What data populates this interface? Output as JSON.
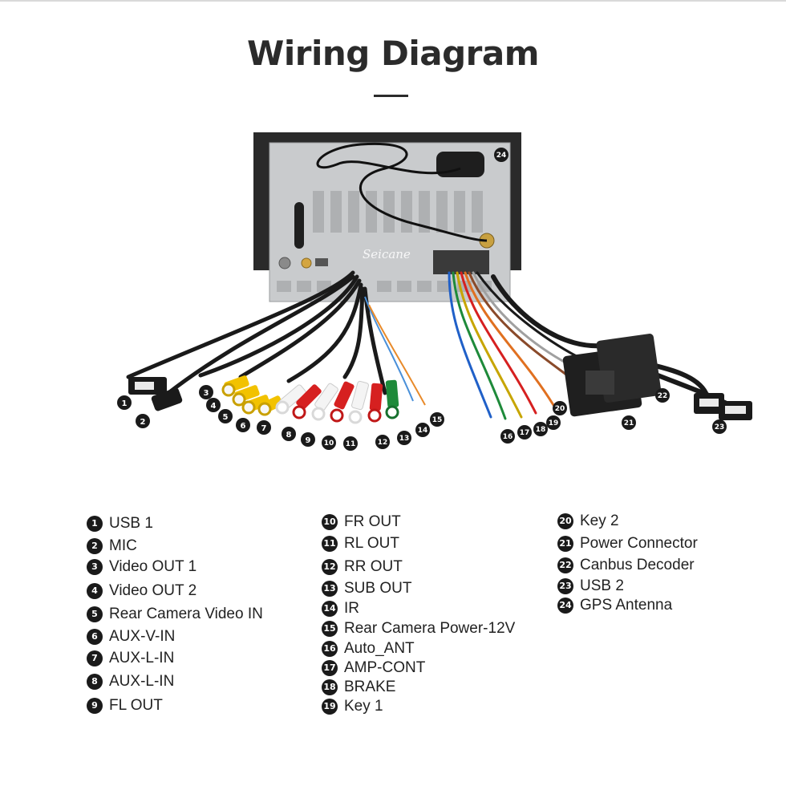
{
  "title": "Wiring Diagram",
  "brand_watermark": "Seicane",
  "legend": {
    "col1": [
      {
        "num": "1",
        "label": "USB 1"
      },
      {
        "num": "2",
        "label": "MIC"
      },
      {
        "num": "3",
        "label": "Video OUT 1"
      },
      {
        "num": "4",
        "label": "Video OUT 2"
      },
      {
        "num": "5",
        "label": "Rear Camera Video IN"
      },
      {
        "num": "6",
        "label": "AUX-V-IN"
      },
      {
        "num": "7",
        "label": "AUX-L-IN"
      },
      {
        "num": "8",
        "label": "AUX-L-IN"
      },
      {
        "num": "9",
        "label": "FL OUT"
      }
    ],
    "col2": [
      {
        "num": "10",
        "label": "FR OUT"
      },
      {
        "num": "11",
        "label": "RL OUT"
      },
      {
        "num": "12",
        "label": "RR OUT"
      },
      {
        "num": "13",
        "label": "SUB OUT"
      },
      {
        "num": "14",
        "label": "IR"
      },
      {
        "num": "15",
        "label": "Rear Camera Power-12V"
      },
      {
        "num": "16",
        "label": "Auto_ANT"
      },
      {
        "num": "17",
        "label": "AMP-CONT"
      },
      {
        "num": "18",
        "label": "BRAKE"
      },
      {
        "num": "19",
        "label": "Key 1"
      }
    ],
    "col3": [
      {
        "num": "20",
        "label": "Key 2"
      },
      {
        "num": "21",
        "label": "Power Connector"
      },
      {
        "num": "22",
        "label": "Canbus Decoder"
      },
      {
        "num": "23",
        "label": "USB  2"
      },
      {
        "num": "24",
        "label": "GPS  Antenna"
      }
    ]
  },
  "callouts": [
    "1",
    "2",
    "3",
    "4",
    "5",
    "6",
    "7",
    "8",
    "9",
    "10",
    "11",
    "12",
    "13",
    "14",
    "15",
    "16",
    "17",
    "18",
    "19",
    "20",
    "21",
    "22",
    "23",
    "24"
  ],
  "colors": {
    "rca_yellow": "#f2c200",
    "rca_white": "#f4f4f4",
    "rca_red": "#d62020",
    "rca_green": "#1e8a3a",
    "cable_black": "#1a1a1a",
    "unit_silver": "#c9cbcd"
  }
}
